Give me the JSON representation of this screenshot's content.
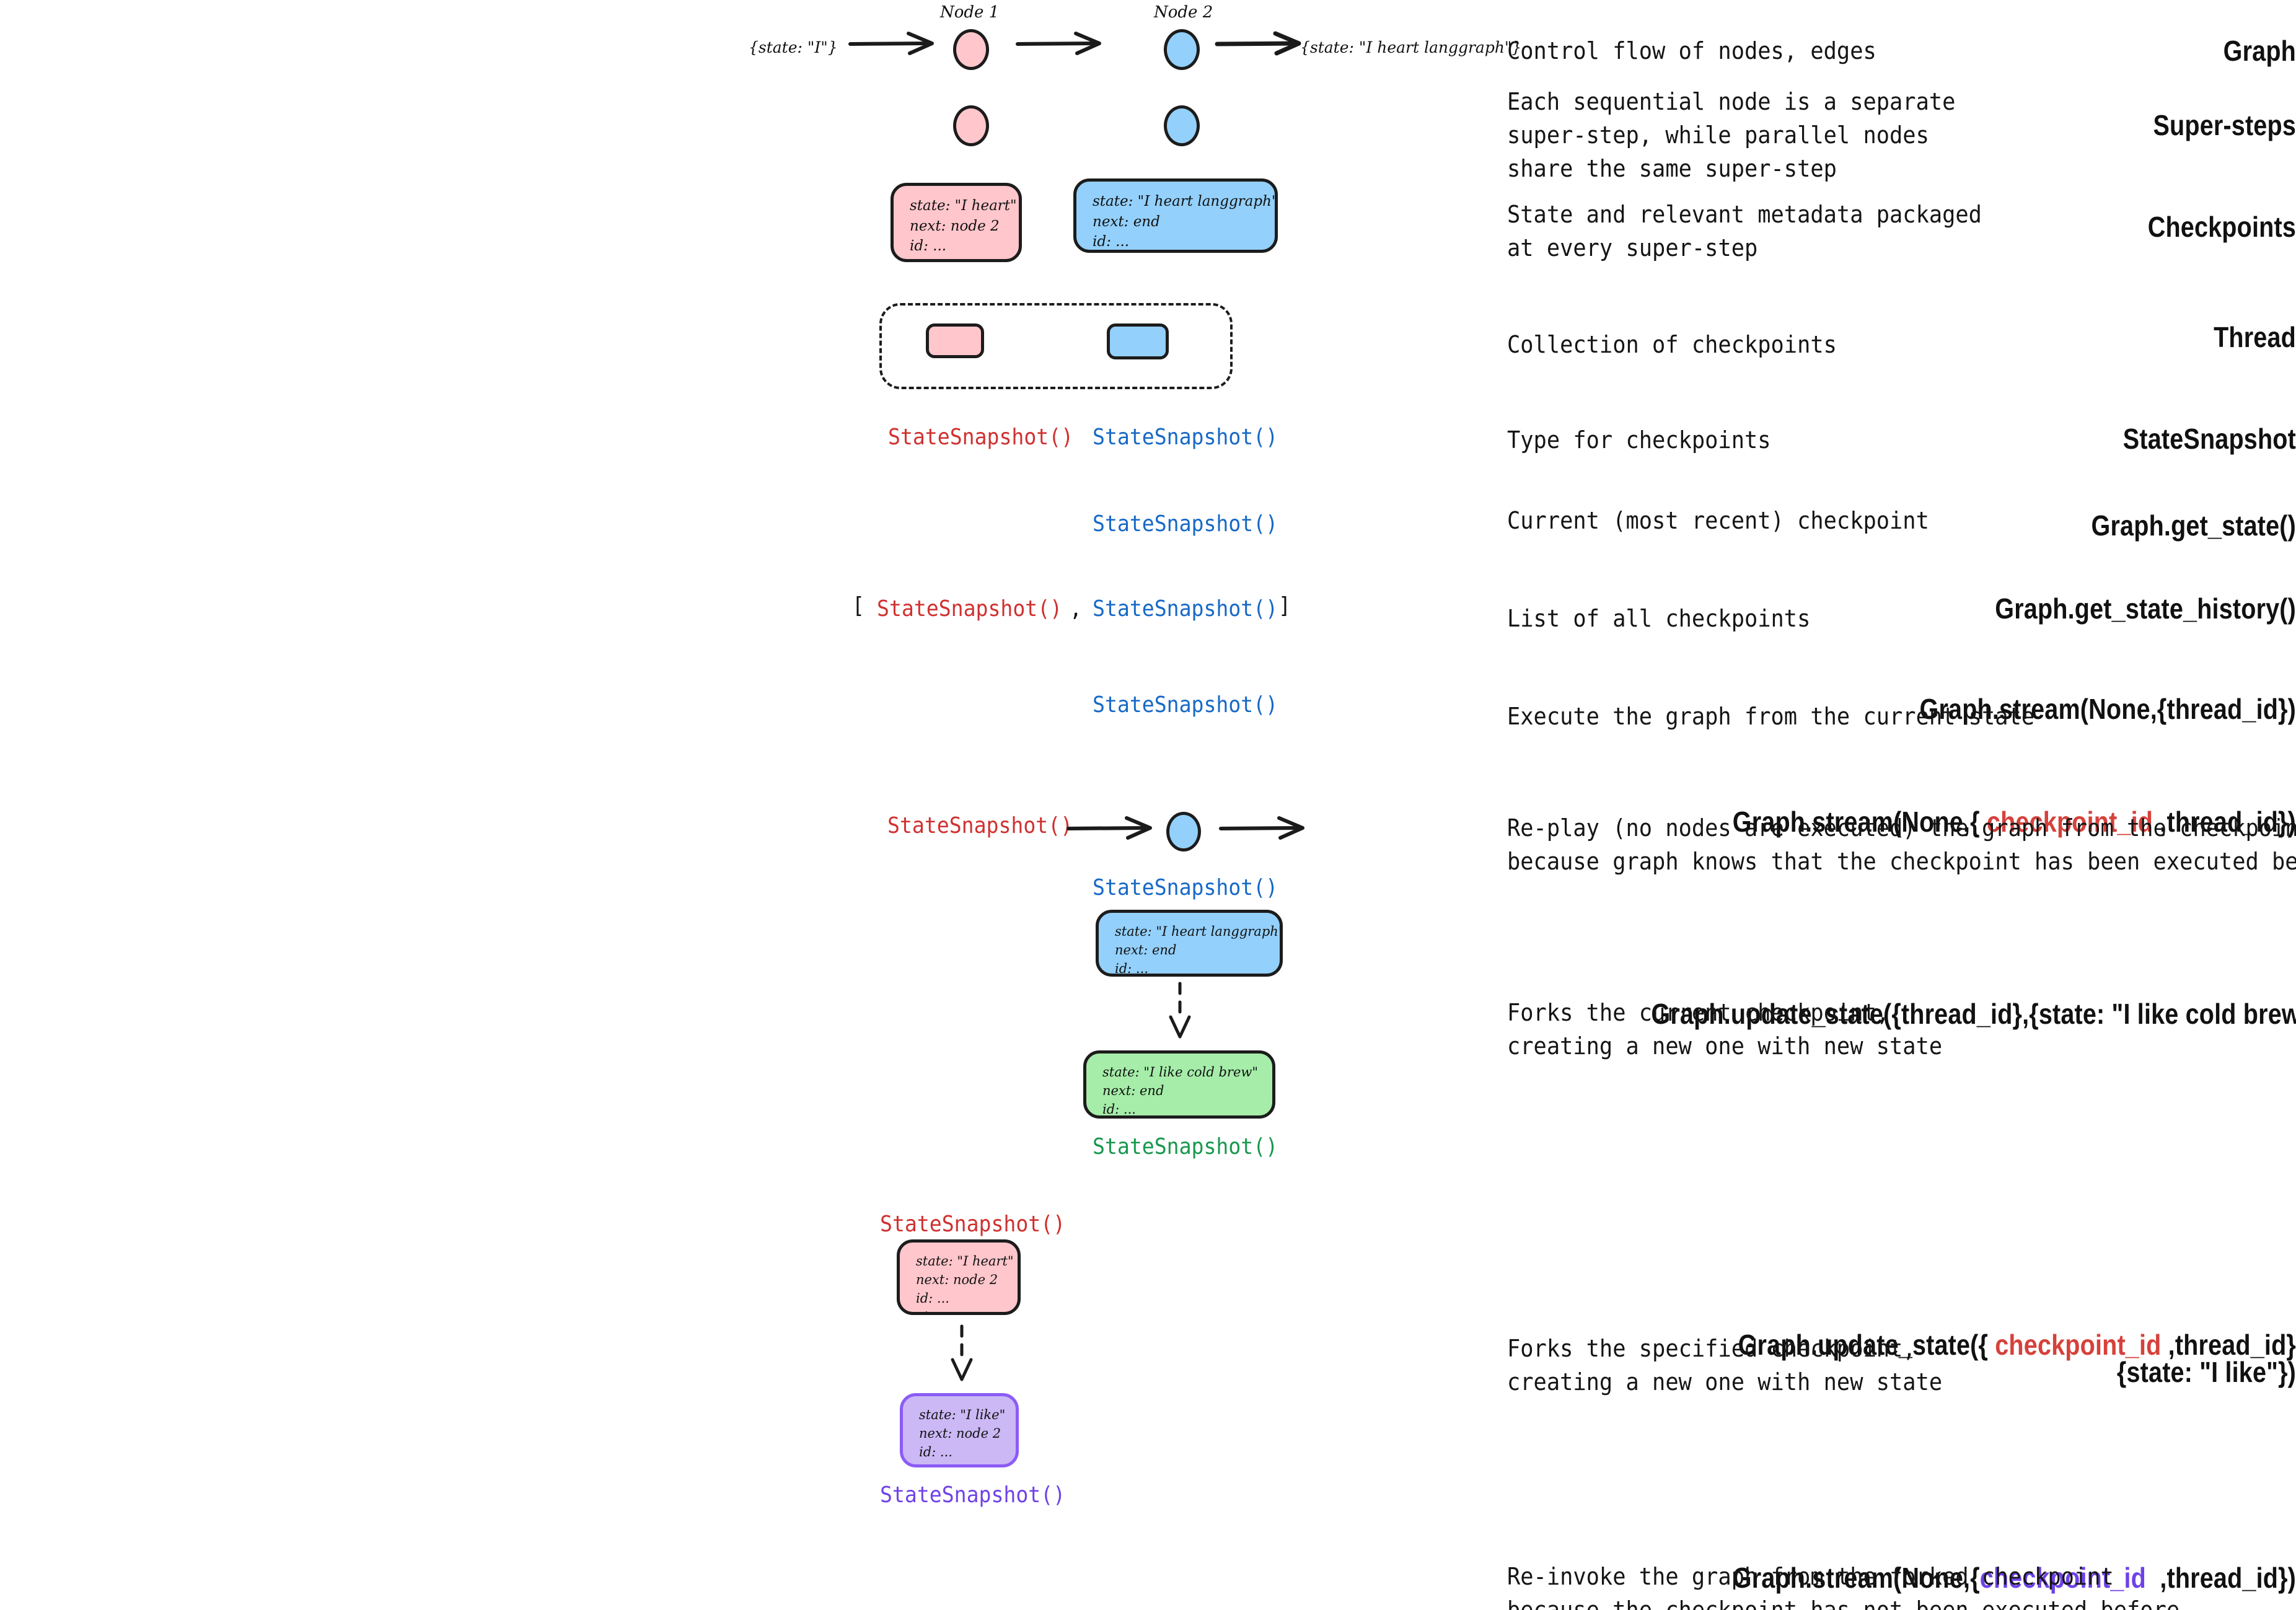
{
  "meta": {
    "title": "LangGraph persistence concepts",
    "palette": {
      "pink_fill": "#FFC6CC",
      "blue_fill": "#93D0FB",
      "green_fill": "#A5EDA9",
      "purple_fill": "#CBB8F5",
      "purple_stroke": "#8B5CF6",
      "stroke": "#1C1C1C",
      "snapshot_red": "#CF3130",
      "snapshot_blue": "#1769C6",
      "snapshot_green": "#18984D",
      "snapshot_purple": "#6F42E8"
    }
  },
  "rows": [
    {
      "id": "graph",
      "label": "Graph",
      "description": "Control flow of nodes, edges"
    },
    {
      "id": "super-steps",
      "label": "Super-steps",
      "description": "Each sequential node is a separate\nsuper-step, while parallel nodes\nshare the same super-step"
    },
    {
      "id": "checkpoints",
      "label": "Checkpoints",
      "description": "State and relevant metadata packaged\nat every super-step"
    },
    {
      "id": "thread",
      "label": "Thread",
      "description": "Collection of checkpoints"
    },
    {
      "id": "statesnapshot",
      "label": "StateSnapshot",
      "description": "Type for checkpoints"
    },
    {
      "id": "get-state",
      "label": "Graph.get_state()",
      "description": "Current (most recent) checkpoint"
    },
    {
      "id": "get-state-history",
      "label": "Graph.get_state_history()",
      "description": "List of all checkpoints"
    },
    {
      "id": "stream-current",
      "label": "Graph.stream(None,{thread_id})",
      "description": "Execute the graph from the current state"
    },
    {
      "id": "stream-checkpoint",
      "label_parts": [
        {
          "text": "Graph.stream(None,{ ",
          "color": "black"
        },
        {
          "text": "checkpoint_id",
          "color": "red"
        },
        {
          "text": " ,thread_id})",
          "color": "black"
        }
      ],
      "description": "Re-play (no nodes are executed) the graph from the checkpoint,\nbecause graph knows that the checkpoint has been executed before"
    },
    {
      "id": "update-state-thread",
      "label": "Graph.update_state({thread_id},{state: \"I like cold brew\"})",
      "description": "Forks the current checkpoint,\ncreating a new one with new state"
    },
    {
      "id": "update-state-checkpoint",
      "label_parts": [
        {
          "text": "Graph.update_state({ ",
          "color": "black"
        },
        {
          "text": "checkpoint_id",
          "color": "red"
        },
        {
          "text": " ,thread_id}",
          "color": "black"
        }
      ],
      "label_line2": "{state: \"I like\"})",
      "description": "Forks the specified checkpoint,\ncreating a new one with new state"
    },
    {
      "id": "stream-forked",
      "label_parts": [
        {
          "text": "Graph.stream(None,{",
          "color": "black"
        },
        {
          "text": "checkpoint_id",
          "color": "purple"
        },
        {
          "text": "  ,thread_id})",
          "color": "black"
        }
      ],
      "description": "Re-invoke the graph from the forked checkpoint\nbecause the checkpoint has not been executed before"
    }
  ],
  "graph_row": {
    "input_state": "{state: \"I\"}",
    "output_state": "{state: \"I heart langgraph\"}",
    "node1_caption": "Node 1",
    "node2_caption": "Node 2"
  },
  "checkpoint_cards": {
    "node1_pink": "state: \"I heart\"\nnext: node 2\nid: ...\netc ...",
    "node2_blue": "state: \"I heart langgraph\"\nnext: end\nid: ...\netc ...",
    "replay_blue": "state: \"I heart langgraph\"\nnext: end\nid: ...\netc ...",
    "forked_green": "state: \"I like cold brew\"\nnext: end\nid: ...\netc ...",
    "specified_pink": "state: \"I heart\"\nnext: node 2\nid: ...\netc ...",
    "forked_purple": "state: \"I like\"\nnext: node 2\nid: ...\netc ..."
  },
  "snapshot_labels": {
    "type_red": "StateSnapshot()",
    "type_blue": "StateSnapshot()",
    "get_state_blue": "StateSnapshot()",
    "history_open_bracket": "[",
    "history_red": "StateSnapshot()",
    "history_comma": ",",
    "history_blue": "StateSnapshot()",
    "history_close_bracket": "]",
    "stream_blue": "StateSnapshot()",
    "replay_red": "StateSnapshot()",
    "replay_blue": "StateSnapshot()",
    "forked_green": "StateSnapshot()",
    "specified_red": "StateSnapshot()",
    "forked_purple": "StateSnapshot()"
  }
}
